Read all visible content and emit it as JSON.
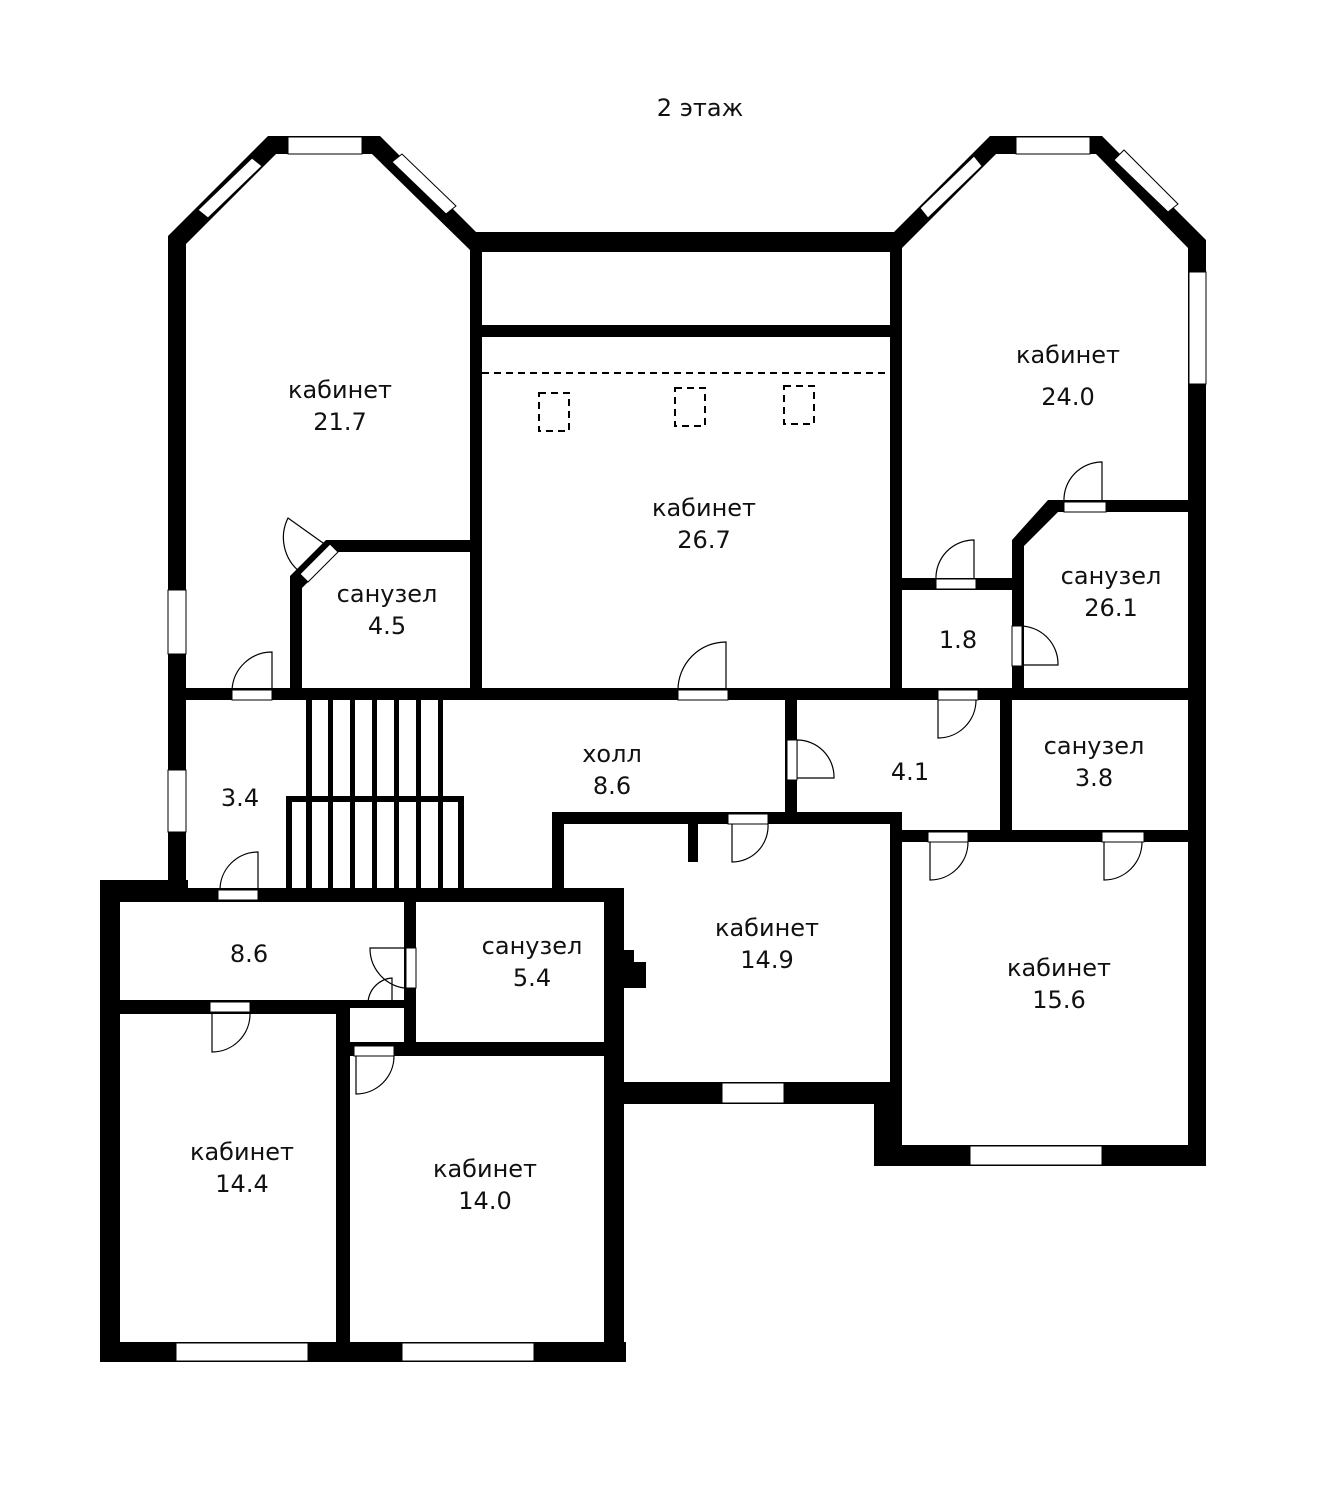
{
  "plan": {
    "title": "2 этаж",
    "colors": {
      "wall": "#000000",
      "background": "#ffffff",
      "text": "#111111"
    },
    "rooms": [
      {
        "id": "office-nw",
        "name": "кабинет",
        "area": "21.7"
      },
      {
        "id": "office-center",
        "name": "кабинет",
        "area": "26.7"
      },
      {
        "id": "office-ne",
        "name": "кабинет",
        "area": "24.0"
      },
      {
        "id": "bathroom-nw",
        "name": "санузел",
        "area": "4.5"
      },
      {
        "id": "bathroom-ne",
        "name": "санузел",
        "area": "26.1"
      },
      {
        "id": "closet-ne",
        "name": "",
        "area": "1.8"
      },
      {
        "id": "hall",
        "name": "холл",
        "area": "8.6"
      },
      {
        "id": "vestibule-w",
        "name": "",
        "area": "3.4"
      },
      {
        "id": "corridor-e",
        "name": "",
        "area": "4.1"
      },
      {
        "id": "bathroom-e",
        "name": "санузел",
        "area": "3.8"
      },
      {
        "id": "corridor-sw",
        "name": "",
        "area": "8.6"
      },
      {
        "id": "bathroom-s",
        "name": "санузел",
        "area": "5.4"
      },
      {
        "id": "office-s-center",
        "name": "кабинет",
        "area": "14.9"
      },
      {
        "id": "office-se",
        "name": "кабинет",
        "area": "15.6"
      },
      {
        "id": "office-sw",
        "name": "кабинет",
        "area": "14.4"
      },
      {
        "id": "office-s",
        "name": "кабинет",
        "area": "14.0"
      }
    ]
  }
}
